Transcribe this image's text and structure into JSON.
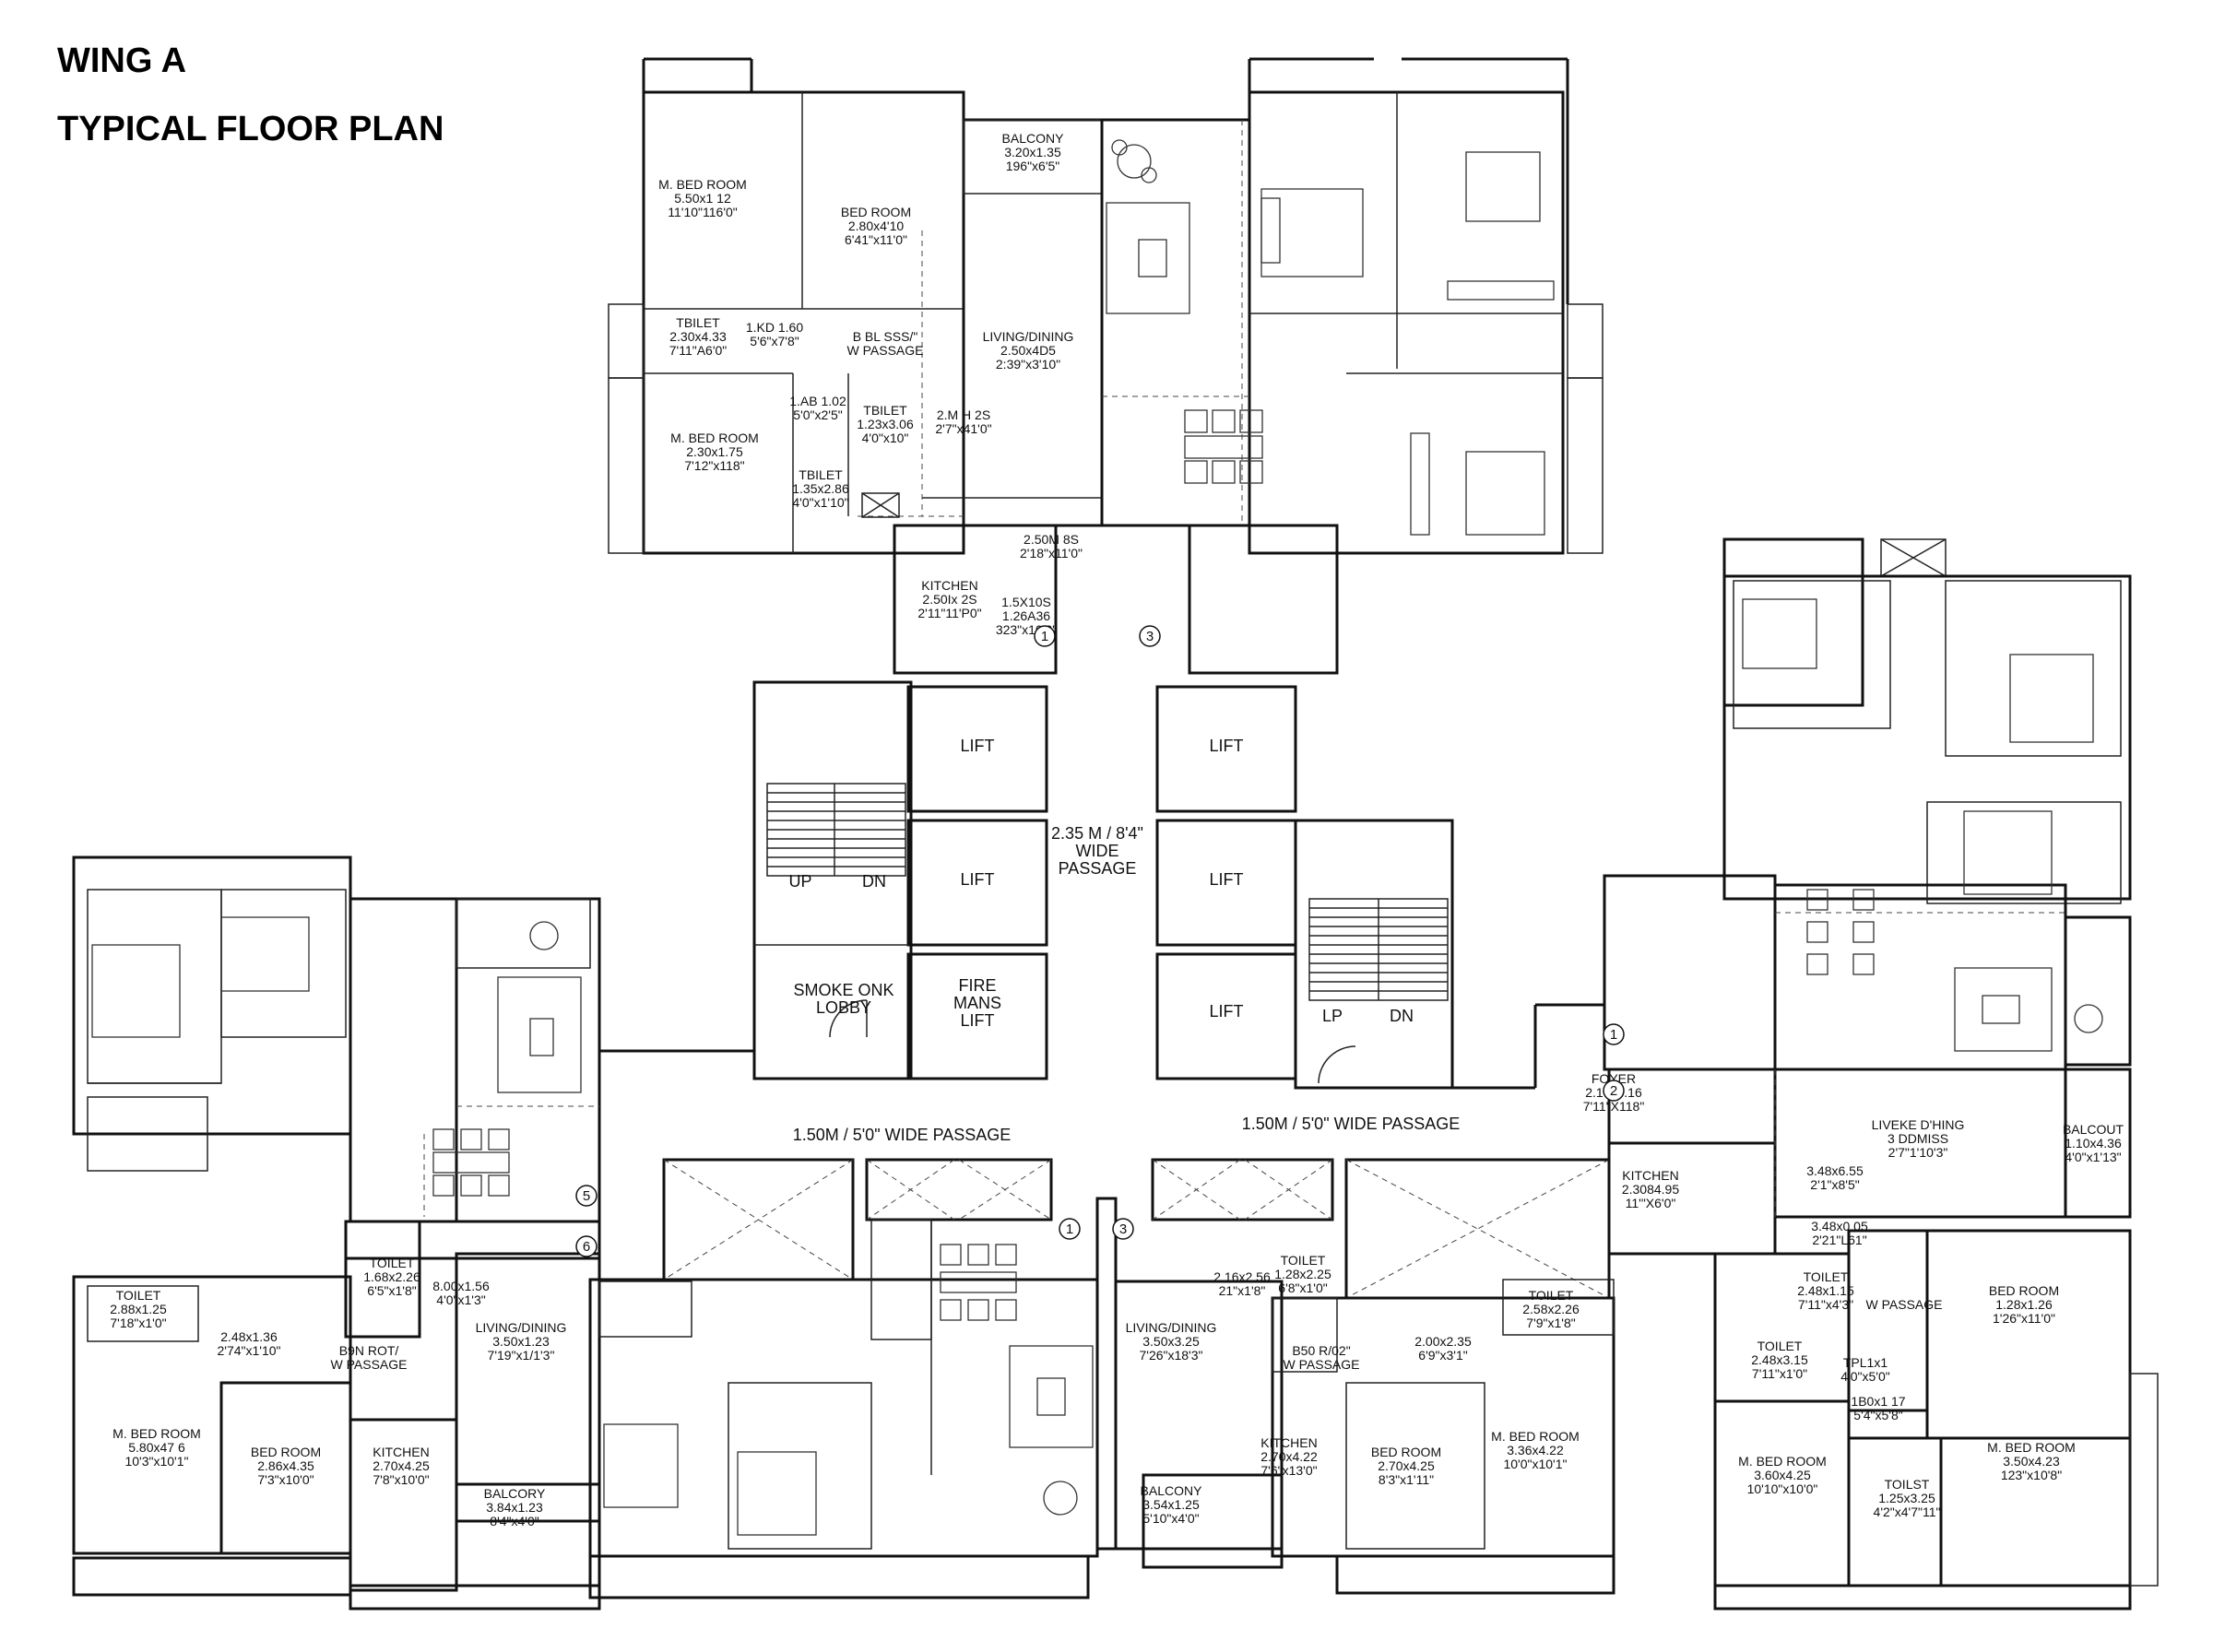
{
  "title": {
    "line1": "WING A",
    "line2": "TYPICAL FLOOR PLAN"
  },
  "rooms": [
    {
      "id": "t-mbed",
      "lines": [
        "M. BED ROOM",
        "5.50x1 12",
        "11'10\"116'0\""
      ]
    },
    {
      "id": "t-bed",
      "lines": [
        "BED ROOM",
        "2.80x4'10",
        "6'41\"x11'0\""
      ]
    },
    {
      "id": "t-balc",
      "lines": [
        "BALCONY",
        "3.20x1.35",
        "196\"x6'5\""
      ]
    },
    {
      "id": "t-toilet1",
      "lines": [
        "TBILET",
        "2.30x4.33",
        "7'11\"A6'0\""
      ]
    },
    {
      "id": "t-small1",
      "lines": [
        "1.KD 1.60",
        "5'6\"x7'8\""
      ]
    },
    {
      "id": "t-passage",
      "lines": [
        "B BL SSS/\"",
        "W PASSAGE"
      ]
    },
    {
      "id": "t-living",
      "lines": [
        "LIVING/DINING",
        "2.50x4D5",
        "2:39\"x3'10\""
      ]
    },
    {
      "id": "t-small2",
      "lines": [
        "1.AB 1.02",
        "5'0\"x2'5\""
      ]
    },
    {
      "id": "t-toilet2",
      "lines": [
        "TBILET",
        "1.23x3.06",
        "4'0\"x10\""
      ]
    },
    {
      "id": "t-mh",
      "lines": [
        "2.M H 2S",
        "2'7\"x41'0\""
      ]
    },
    {
      "id": "t-mbed2",
      "lines": [
        "M. BED ROOM",
        "2.30x1.75",
        "7'12\"x118\""
      ]
    },
    {
      "id": "t-toilet3",
      "lines": [
        "TBILET",
        "1.35x2.86",
        "4'0\"x1'10\""
      ]
    },
    {
      "id": "t-250",
      "lines": [
        "2.50M 8S",
        "2'18\"x11'0\""
      ]
    },
    {
      "id": "t-kitchen",
      "lines": [
        "KITCHEN",
        "2.50Ix 2S",
        "2'11\"11'P0\""
      ]
    },
    {
      "id": "t-small3",
      "lines": [
        "1.5X10S",
        "1.26A36",
        "323\"x10'2\""
      ]
    },
    {
      "id": "c-lift1",
      "lines": [
        "LIFT"
      ]
    },
    {
      "id": "c-lift2",
      "lines": [
        "LIFT"
      ]
    },
    {
      "id": "c-lift3",
      "lines": [
        "LIFT"
      ]
    },
    {
      "id": "c-lift4",
      "lines": [
        "LIFT"
      ]
    },
    {
      "id": "c-lift5",
      "lines": [
        "LIFT"
      ]
    },
    {
      "id": "c-fire",
      "lines": [
        "FIRE",
        "MANS",
        "LIFT"
      ]
    },
    {
      "id": "c-smoke",
      "lines": [
        "SMOKE ONK",
        "LOBBY"
      ]
    },
    {
      "id": "c-wide",
      "lines": [
        "2.35 M / 8'4\"",
        "WIDE",
        "PASSAGE"
      ]
    },
    {
      "id": "c-up",
      "lines": [
        "UP"
      ]
    },
    {
      "id": "c-dn",
      "lines": [
        "DN"
      ]
    },
    {
      "id": "c-lp",
      "lines": [
        "LP"
      ]
    },
    {
      "id": "c-dn2",
      "lines": [
        "DN"
      ]
    },
    {
      "id": "p-left",
      "lines": [
        "1.50M / 5'0\" WIDE PASSAGE"
      ]
    },
    {
      "id": "p-right",
      "lines": [
        "1.50M / 5'0\" WIDE PASSAGE"
      ]
    },
    {
      "id": "l-toiletA",
      "lines": [
        "TOILET",
        "1.68x2.26",
        "6'5\"x1'8\""
      ]
    },
    {
      "id": "l-800",
      "lines": [
        "8.00x1.56",
        "4'0\"x1'3\""
      ]
    },
    {
      "id": "l-toiletB",
      "lines": [
        "TOILET",
        "2.88x1.25",
        "7'18\"x1'0\""
      ]
    },
    {
      "id": "l-248",
      "lines": [
        "2.48x1.36",
        "2'74\"x1'10\""
      ]
    },
    {
      "id": "l-passage",
      "lines": [
        "B9N ROT/",
        "W PASSAGE"
      ]
    },
    {
      "id": "l-living",
      "lines": [
        "LIVING/DINING",
        "3.50x1.23",
        "7'19\"x1/1'3\""
      ]
    },
    {
      "id": "l-mbed",
      "lines": [
        "M. BED ROOM",
        "5.80x47 6",
        "10'3\"x10'1\""
      ]
    },
    {
      "id": "l-bed",
      "lines": [
        "BED ROOM",
        "2.86x4.35",
        "7'3\"x10'0\""
      ]
    },
    {
      "id": "l-kitchen",
      "lines": [
        "KITCHEN",
        "2.70x4.25",
        "7'8\"x10'0\""
      ]
    },
    {
      "id": "l-balc",
      "lines": [
        "BALCORY",
        "3.84x1.23",
        "8'4\"x4'0\""
      ]
    },
    {
      "id": "m-living",
      "lines": [
        "LIVING/DINING",
        "3.50x3.25",
        "7'26\"x18'3\""
      ]
    },
    {
      "id": "m-balc",
      "lines": [
        "BALCONY",
        "3.54x1.25",
        "5'10\"x4'0\""
      ]
    },
    {
      "id": "m-216",
      "lines": [
        "2.16x2.56",
        "21\"x1'8\""
      ]
    },
    {
      "id": "m-toilet",
      "lines": [
        "TOILET",
        "1.28x2.25",
        "6'8\"x1'0\""
      ]
    },
    {
      "id": "m-passage",
      "lines": [
        "B50 R/02\"",
        "W PASSAGE"
      ]
    },
    {
      "id": "m-200",
      "lines": [
        "2.00x2.35",
        "6'9\"x3'1\""
      ]
    },
    {
      "id": "m-toilet2",
      "lines": [
        "TOILET",
        "2.58x2.26",
        "7'9\"x1'8\""
      ]
    },
    {
      "id": "m-kitchen",
      "lines": [
        "KITCHEN",
        "2.70x4.22",
        "7'6\"x13'0\""
      ]
    },
    {
      "id": "m-bed",
      "lines": [
        "BED ROOM",
        "2.70x4.25",
        "8'3\"x1'11\""
      ]
    },
    {
      "id": "m-mbed",
      "lines": [
        "M. BED ROOM",
        "3.36x4.22",
        "10'0\"x10'1\""
      ]
    },
    {
      "id": "r-foyer",
      "lines": [
        "FOYER",
        "2.10x3.16",
        "7'11\"X118\""
      ]
    },
    {
      "id": "r-kitchen",
      "lines": [
        "KITCHEN",
        "2.3084.95",
        "11'\"X6'0\""
      ]
    },
    {
      "id": "r-living",
      "lines": [
        "LIVEKE D'HING",
        "3 DDMISS",
        "2'7\"1'10'3\""
      ]
    },
    {
      "id": "r-348",
      "lines": [
        "3.48x6.55",
        "2'1\"x8'5\""
      ]
    },
    {
      "id": "r-balc",
      "lines": [
        "BALCOUT",
        "1.10x4.36",
        "4'0\"x1'13\""
      ]
    },
    {
      "id": "r-3480",
      "lines": [
        "3.48x0.05",
        "2'21\"L61\""
      ]
    },
    {
      "id": "r-toilet1",
      "lines": [
        "TOILET",
        "2.48x1.15",
        "7'11\"x4'3\""
      ]
    },
    {
      "id": "r-bed",
      "lines": [
        "BED ROOM",
        "1.28x1.26",
        "1'26\"x11'0\""
      ]
    },
    {
      "id": "r-toilet2",
      "lines": [
        "TOILET",
        "2.48x3.15",
        "7'11\"x1'0\""
      ]
    },
    {
      "id": "r-small",
      "lines": [
        "TPL1x1",
        "4'0\"x5'0\""
      ]
    },
    {
      "id": "r-passage",
      "lines": [
        "W PASSAGE"
      ]
    },
    {
      "id": "r-small2",
      "lines": [
        "1B0x1 17",
        "5'4\"x5'8\""
      ]
    },
    {
      "id": "r-mbed",
      "lines": [
        "M. BED ROOM",
        "3.60x4.25",
        "10'10\"x10'0\""
      ]
    },
    {
      "id": "r-toilet3",
      "lines": [
        "TOILST",
        "1.25x3.25",
        "4'2\"x4'7\"11\""
      ]
    },
    {
      "id": "r-mbed2",
      "lines": [
        "M. BED ROOM",
        "3.50x4.23",
        "123\"x10'8\""
      ]
    }
  ],
  "markers": [
    {
      "id": "mk-1a",
      "label": "1"
    },
    {
      "id": "mk-3a",
      "label": "3"
    },
    {
      "id": "mk-5",
      "label": "5"
    },
    {
      "id": "mk-6",
      "label": "6"
    },
    {
      "id": "mk-1b",
      "label": "1"
    },
    {
      "id": "mk-3b",
      "label": "3"
    },
    {
      "id": "mk-1c",
      "label": "1"
    },
    {
      "id": "mk-2c",
      "label": "2"
    }
  ]
}
